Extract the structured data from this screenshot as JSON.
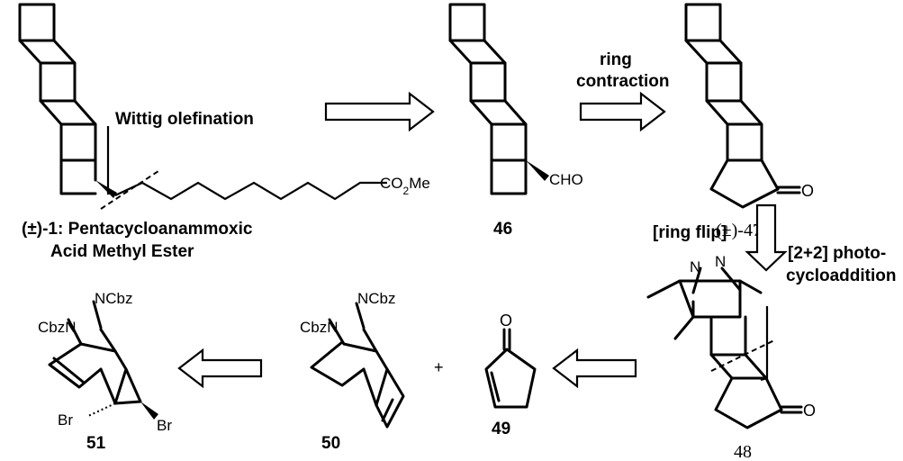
{
  "compound_1": {
    "name_line1": "(±)-1: Pentacycloanammoxic",
    "name_line2": "Acid Methyl Ester",
    "ester": "CO",
    "ester_sub": "2",
    "ester_end": "Me"
  },
  "disconnection_wittig": "Wittig olefination",
  "compound_46": {
    "number": "46",
    "group": "CHO"
  },
  "ring_contraction": {
    "line1": "ring",
    "line2": "contraction"
  },
  "compound_47": {
    "number": "(±)-47",
    "group": "O"
  },
  "ring_flip": "[ring flip]",
  "photocycloaddition": {
    "line1": "[2+2] photo-",
    "line2": "cycloaddition"
  },
  "compound_48": {
    "number": "48",
    "group": "O",
    "n1": "N",
    "n2": "N"
  },
  "compound_49": {
    "number": "49",
    "group": "O"
  },
  "plus": "+",
  "compound_50": {
    "number": "50",
    "left": "CbzN",
    "right": "NCbz"
  },
  "compound_51": {
    "number": "51",
    "left": "CbzN",
    "right": "NCbz",
    "br1": "Br",
    "br2": "Br"
  }
}
